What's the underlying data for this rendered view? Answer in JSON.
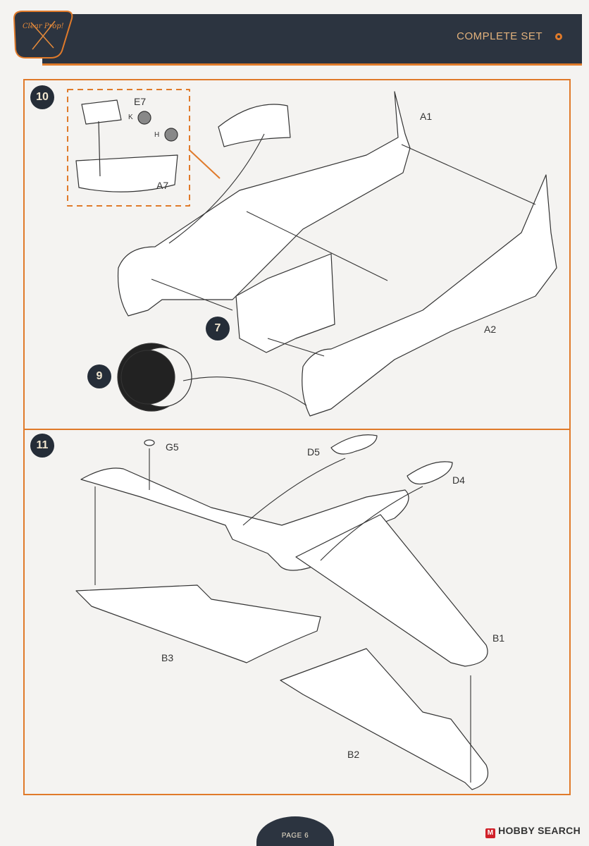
{
  "header": {
    "brand": "Clear Prop!",
    "set_label": "COMPLETE SET"
  },
  "step10": {
    "step_number": "10",
    "sub_step_engine": "9",
    "sub_step_cockpit": "7",
    "labels": {
      "a1": "A1",
      "a2": "A2",
      "a7": "A7",
      "e7": "E7",
      "k": "K",
      "h": "H"
    }
  },
  "step11": {
    "step_number": "11",
    "labels": {
      "g5": "G5",
      "d5": "D5",
      "d4": "D4",
      "b1": "B1",
      "b2": "B2",
      "b3": "B3"
    }
  },
  "footer": {
    "page_label": "PAGE 6",
    "watermark": "HOBBY SEARCH"
  },
  "colors": {
    "accent": "#e07a2a",
    "dark": "#2c3440"
  }
}
